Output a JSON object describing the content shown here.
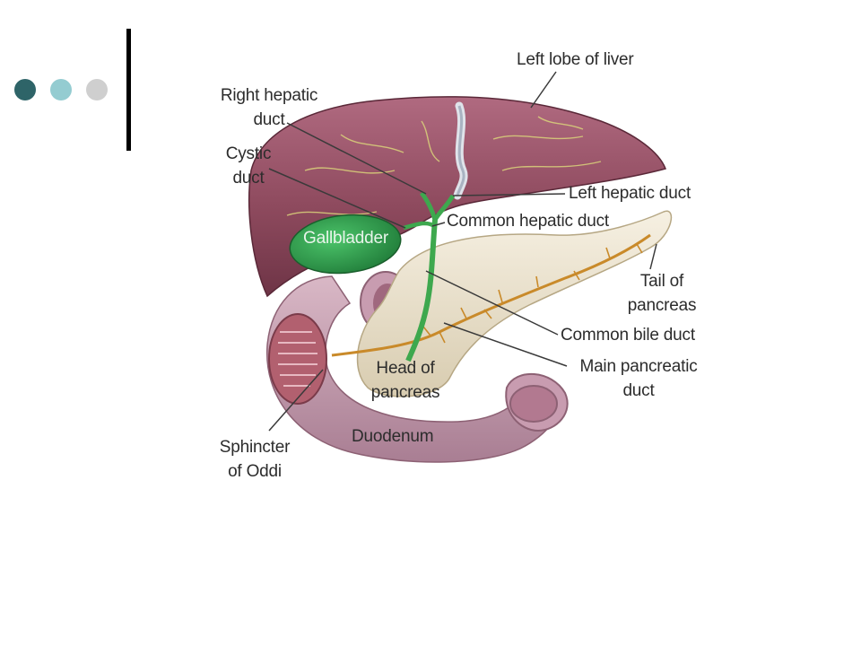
{
  "decor": {
    "dots": [
      "#2e6468",
      "#94ccd1",
      "#cfcfcf"
    ]
  },
  "figure": {
    "labels": {
      "left_lobe_of_liver": "Left lobe of liver",
      "right_hepatic_duct": [
        "Right hepatic",
        "duct"
      ],
      "cystic_duct": [
        "Cystic",
        "duct"
      ],
      "left_hepatic_duct": "Left hepatic duct",
      "common_hepatic_duct": "Common hepatic duct",
      "gallbladder": "Gallbladder",
      "tail_of_pancreas": [
        "Tail of",
        "pancreas"
      ],
      "common_bile_duct": "Common bile duct",
      "head_of_pancreas": [
        "Head of",
        "pancreas"
      ],
      "main_pancreatic_duct": [
        "Main pancreatic",
        "duct"
      ],
      "sphincter_of_oddi": [
        "Sphincter",
        "of Oddi"
      ],
      "duodenum": "Duodenum"
    },
    "colors": {
      "liver": "#8e4a5e",
      "gallbladder": "#2f9a4a",
      "pancreas": "#efe7d2",
      "duodenum": "#c8a3b4",
      "bile_duct": "#3ea84e",
      "pancreatic_duct": "#c98a2a"
    }
  }
}
